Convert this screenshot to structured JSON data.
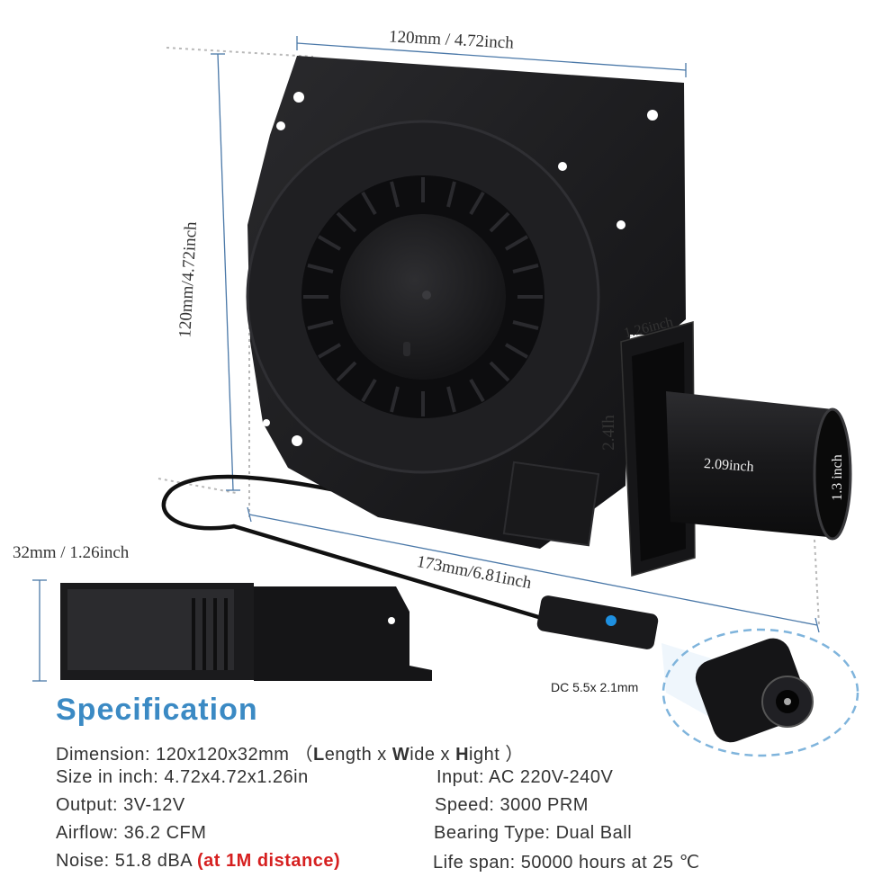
{
  "dimensions": {
    "top_width": "120mm / 4.72inch",
    "left_height": "120mm/4.72inch",
    "outlet_width": "1.26inch",
    "outlet_height": "2.4Ih",
    "tube_length": "2.09inch",
    "tube_diameter": "1.3 inch",
    "total_length": "173mm/6.81inch",
    "thickness": "32mm / 1.26inch"
  },
  "connector_label": "DC 5.5x 2.1mm",
  "spec": {
    "title": "Specification",
    "dimension_prefix": "Dimension: 120x120x32mm （",
    "dim_L": "L",
    "dim_ength": "ength x ",
    "dim_W": "W",
    "dim_ide": "ide x ",
    "dim_H": "H",
    "dim_ight": "ight ）",
    "size_inch": "Size in inch: 4.72x4.72x1.26in",
    "input": "Input: AC 220V-240V",
    "output": "Output: 3V-12V",
    "speed": "Speed: 3000 PRM",
    "airflow": "Airflow: 36.2 CFM",
    "bearing": "Bearing Type: Dual Ball",
    "noise": "Noise: 51.8 dBA",
    "noise_note": "(at 1M distance)",
    "life_span": "Life span: 50000 hours at 25 ℃"
  },
  "colors": {
    "accent_blue": "#3b8ac4",
    "warning_red": "#d62020",
    "product_black": "#1c1c1e"
  }
}
